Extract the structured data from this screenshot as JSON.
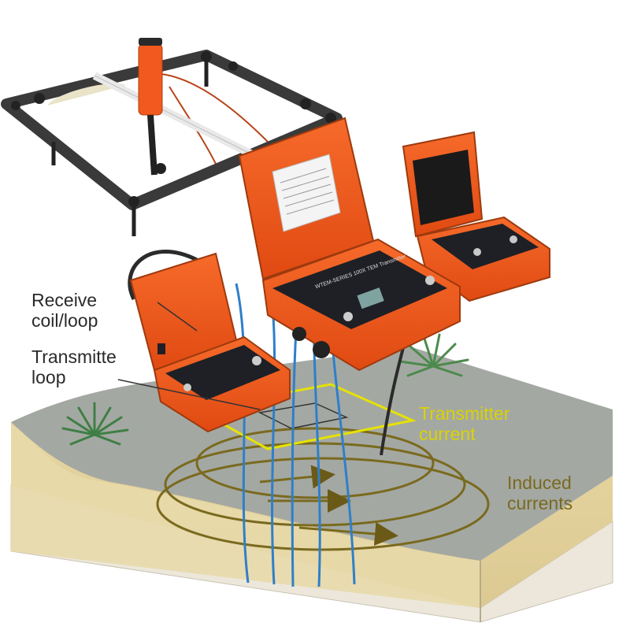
{
  "labels": {
    "receiver_line1": "Receive",
    "receiver_line2": "coil/loop",
    "transmitter_line1": "Transmitte",
    "transmitter_line2": "loop",
    "tx_current_line1": "Transmitter",
    "tx_current_line2": "current",
    "induced_line1": "Induced",
    "induced_line2": "currents"
  },
  "colors": {
    "case_orange": "#f2591e",
    "panel_dark": "#1e2026",
    "tx_current_label": "#d9d300",
    "induced_label": "#7a6a1e",
    "loop_yellow": "#e6e200",
    "field_lines": "#2f7fc8",
    "ground_top": "#a3a7a2",
    "soil": "#e3d19c",
    "bedrock": "#ece7da"
  },
  "case_text": {
    "main_panel_title": "WTEM-SERIES 100X TEM Transmitter"
  },
  "icons": [
    "plant-icon",
    "frame-icon",
    "receiver-case-icon",
    "transmitter-case-icon",
    "console-case-icon",
    "current-arrow-icon"
  ]
}
